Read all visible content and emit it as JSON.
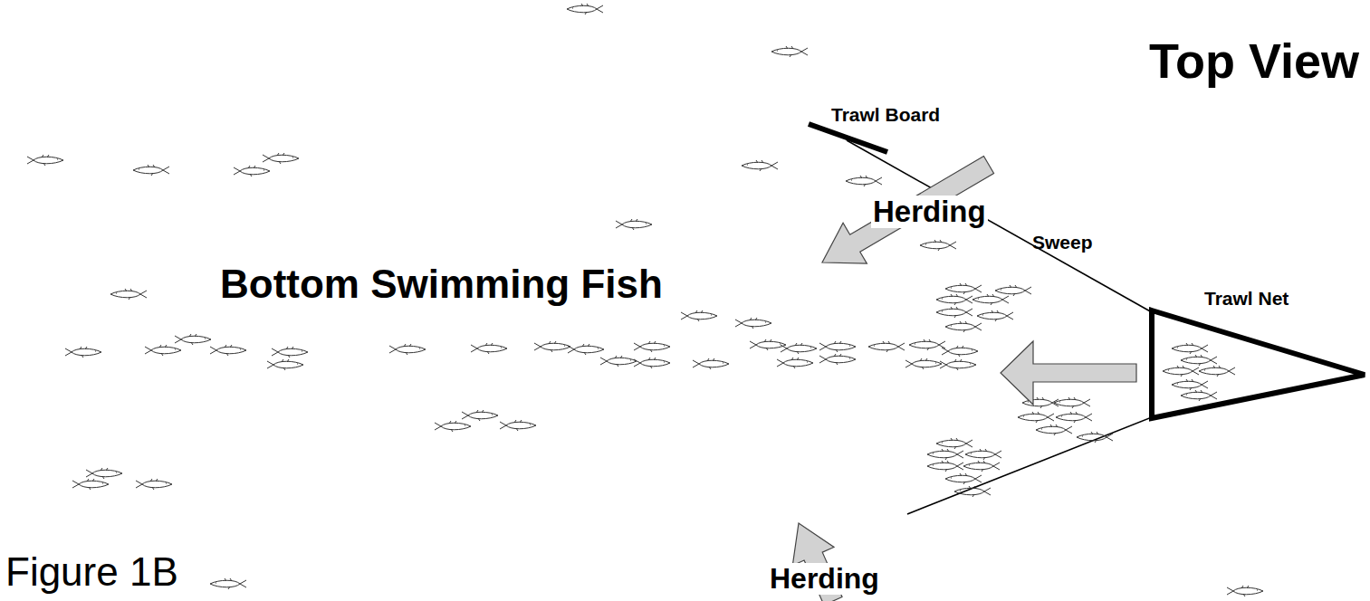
{
  "diagram": {
    "caption": "Figure 1B",
    "labels": [
      "Top View",
      "Trawl Board",
      "Herding",
      "Sweep",
      "Bottom Swimming Fish",
      "Trawl Net",
      "Herding"
    ]
  }
}
